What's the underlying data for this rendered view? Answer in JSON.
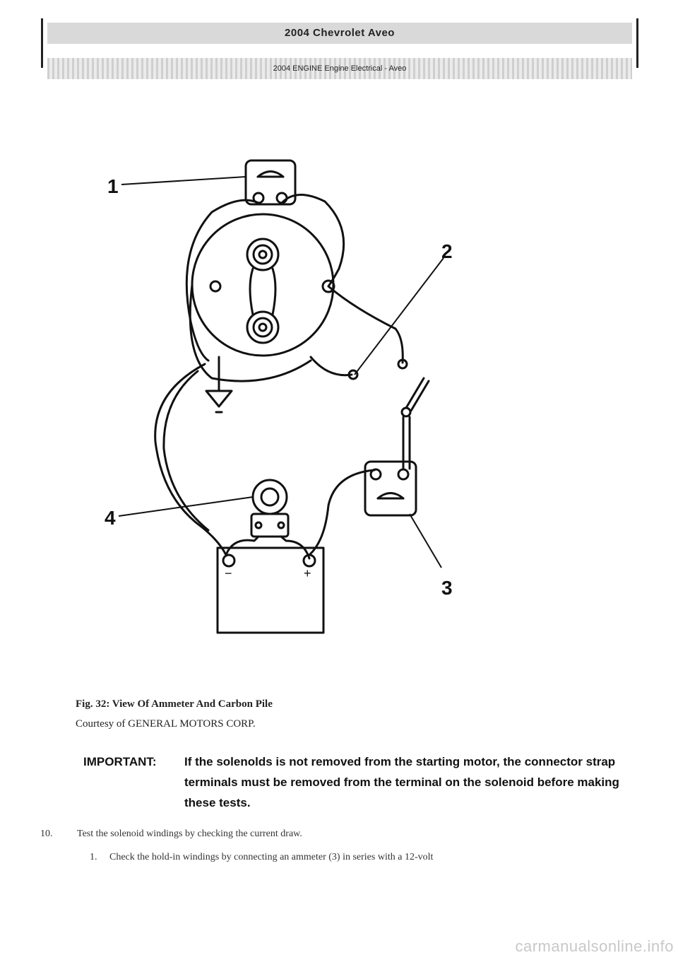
{
  "header": {
    "title": "2004 Chevrolet Aveo",
    "subtitle": "2004 ENGINE Engine Electrical - Aveo"
  },
  "figure": {
    "callouts": [
      "1",
      "2",
      "3",
      "4"
    ],
    "battery_neg": "−",
    "battery_pos": "+",
    "caption_title": "Fig. 32: View Of Ammeter And Carbon Pile",
    "caption_credit": "Courtesy of GENERAL MOTORS CORP."
  },
  "note": {
    "label": "IMPORTANT:",
    "text": "If the solenolds is not removed from the starting motor, the connector strap terminals must be removed from the terminal on the solenoid before making these tests."
  },
  "steps": [
    {
      "num": "10.",
      "text": "Test the solenoid windings by checking the current draw."
    },
    {
      "num": "1.",
      "text": "Check the hold-in windings by connecting an ammeter (3) in series with a 12-volt"
    }
  ],
  "watermark": "carmanualsonline.info"
}
